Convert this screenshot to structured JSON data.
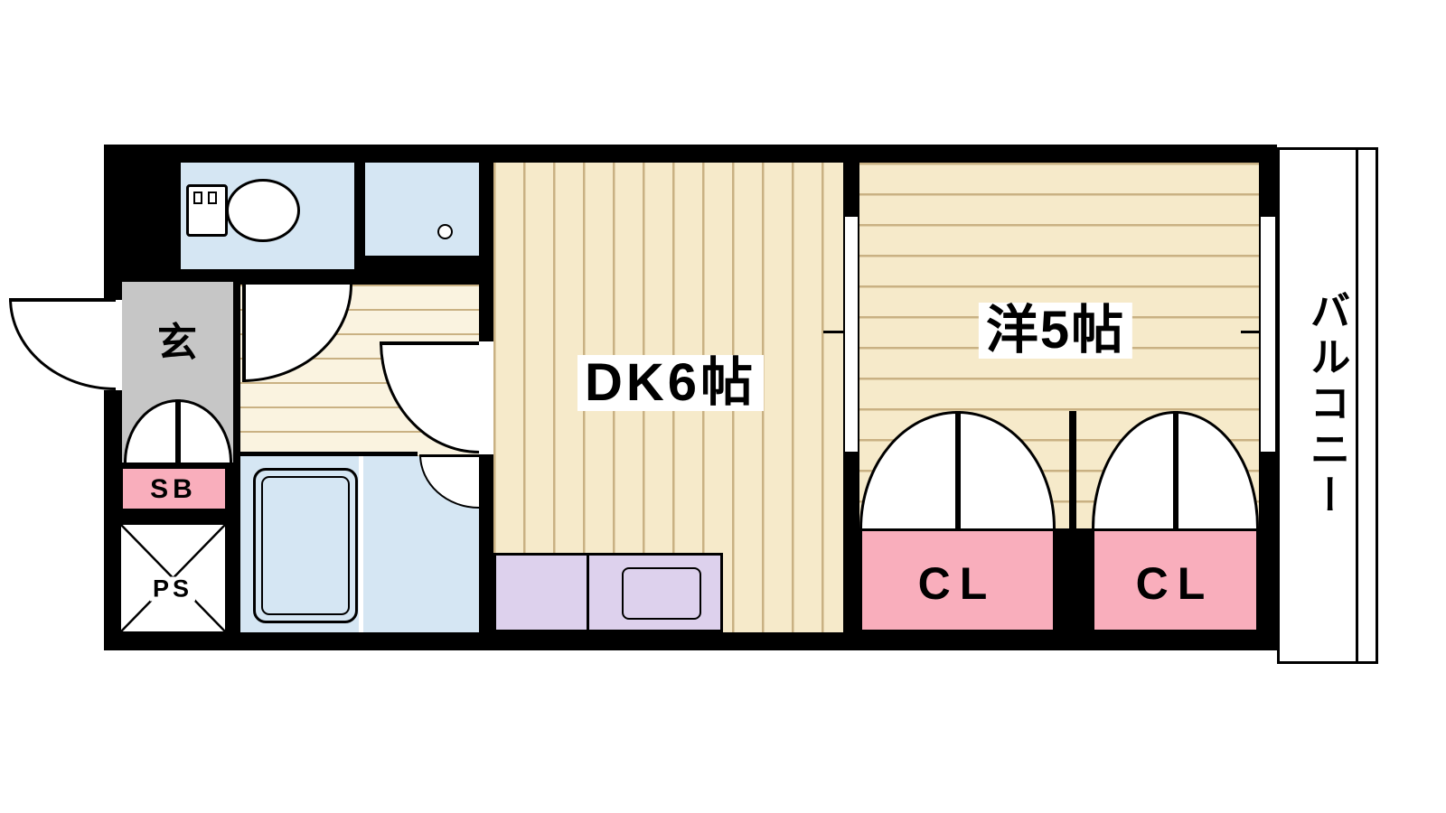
{
  "floorplan": {
    "labels": {
      "genkan": "玄",
      "shoebox": "SB",
      "pipe_space": "PS",
      "dining_kitchen": "DK6帖",
      "western_room": "洋5帖",
      "closet_left": "CL",
      "closet_right": "CL",
      "balcony": "バルコニー"
    },
    "colors": {
      "wall": "#000000",
      "floor_cream": "#F6EACA",
      "stripe": "#C9B183",
      "water_blue": "#D5E6F3",
      "pink": "#F9AEBC",
      "lavender": "#DDD1ED",
      "genkan_grey": "#C6C6C6",
      "white": "#FFFFFF"
    }
  }
}
